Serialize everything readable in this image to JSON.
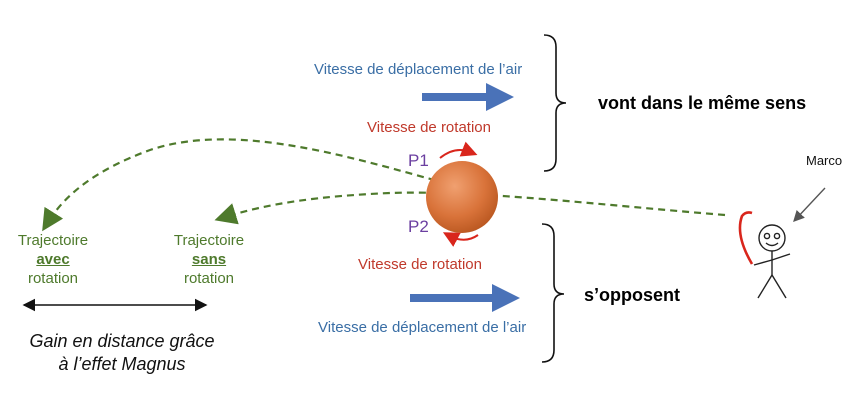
{
  "top": {
    "air_speed": "Vitesse de déplacement de l’air",
    "rotation_speed": "Vitesse de rotation",
    "result": "vont dans le même sens"
  },
  "bottom": {
    "rotation_speed": "Vitesse de rotation",
    "air_speed": "Vitesse de déplacement de l’air",
    "result": "s’opposent"
  },
  "points": {
    "p1": "P1",
    "p2": "P2"
  },
  "trajectory_with": {
    "line1": "Trajectoire",
    "line2": "avec",
    "line3": "rotation"
  },
  "trajectory_without": {
    "line1": "Trajectoire",
    "line2": "sans",
    "line3": "rotation"
  },
  "gain": {
    "line1": "Gain en distance grâce",
    "line2": "à l’effet Magnus"
  },
  "person": {
    "name": "Marco"
  },
  "colors": {
    "air_arrow": "#4a72b8",
    "rotation": "#d9261c",
    "trajectory": "#4e7a2c",
    "ball": "#d9733a",
    "text_blue": "#3a6ea5",
    "text_red": "#c0392b",
    "text_purple": "#6b3fa0"
  }
}
